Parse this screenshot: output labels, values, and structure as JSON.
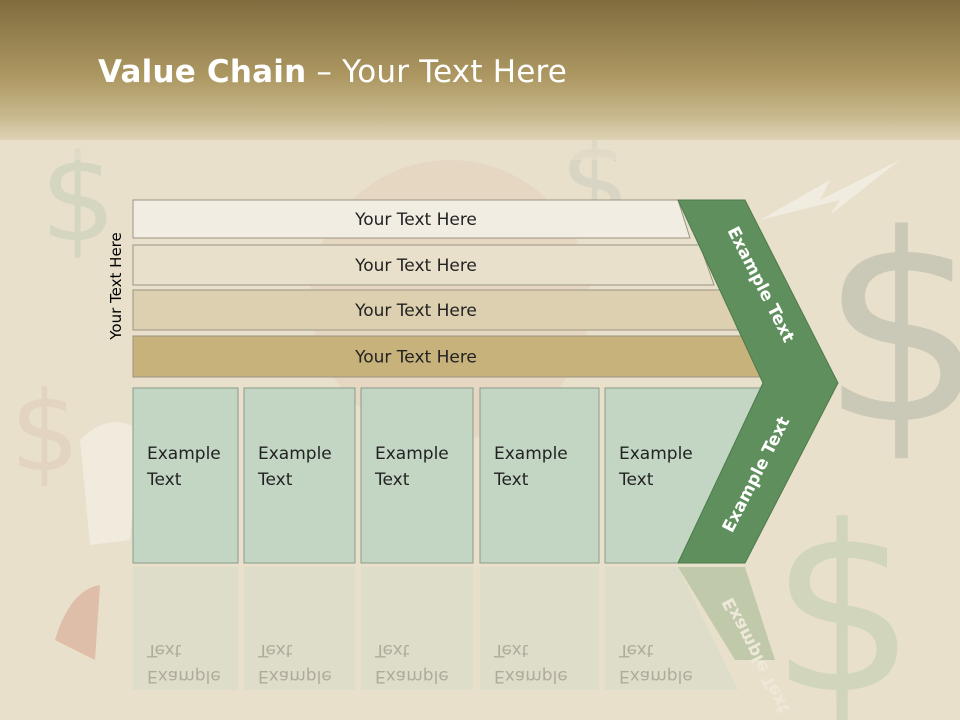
{
  "title": {
    "bold": "Value Chain",
    "rest": " – Your Text Here"
  },
  "side_label": "Your Text Here",
  "rows": [
    {
      "label": "Your Text Here",
      "color": "#f2ede3"
    },
    {
      "label": "Your Text Here",
      "color": "#e9e0cc"
    },
    {
      "label": "Your Text Here",
      "color": "#ddd0b0"
    },
    {
      "label": "Your Text Here",
      "color": "#c7b27c"
    }
  ],
  "boxes": [
    {
      "line1": "Example",
      "line2": "Text"
    },
    {
      "line1": "Example",
      "line2": "Text"
    },
    {
      "line1": "Example",
      "line2": "Text"
    },
    {
      "line1": "Example",
      "line2": "Text"
    },
    {
      "line1": "Example",
      "line2": "Text"
    }
  ],
  "chevron": {
    "upper": "Example Text",
    "lower": "Example Text"
  },
  "colors": {
    "header": "#a08a4e",
    "box_fill": "#c3d6c4",
    "chevron": "#5f8f5c"
  }
}
